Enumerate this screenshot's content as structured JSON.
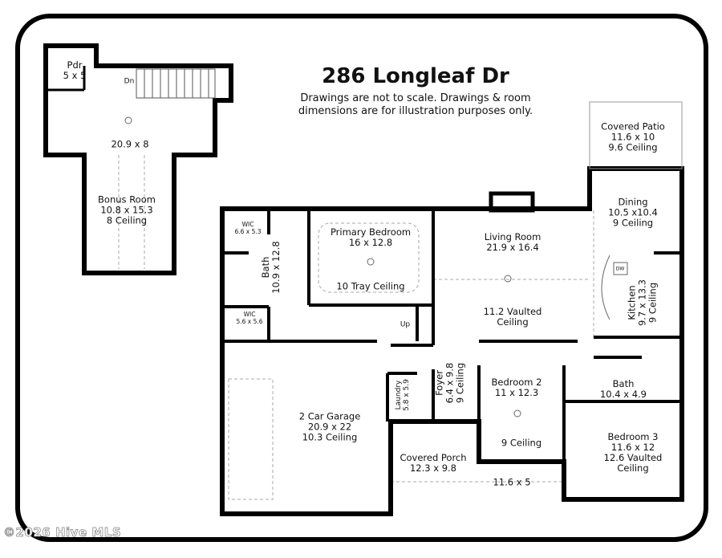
{
  "title": "286 Longleaf Dr",
  "disclaimer": [
    "Drawings are not to scale. Drawings & room",
    "dimensions are for illustration purposes only."
  ],
  "watermark": "©2026 Hive MLS",
  "rooms": {
    "pdr": [
      "Pdr",
      "5 x 5"
    ],
    "stairs_down": "Dn",
    "bonus_upper": "20.9 x 8",
    "bonus": [
      "Bonus Room",
      "10.8 x 15.3",
      "8 Ceiling"
    ],
    "wic1": [
      "WIC",
      "6.6 x 5.3"
    ],
    "bath_primary": [
      "Bath",
      "10.9 x 12.8"
    ],
    "primary": [
      "Primary Bedroom",
      "16 x 12.8"
    ],
    "primary_ceiling": "10 Tray Ceiling",
    "wic2": [
      "WIC",
      "5.6 x 5.6"
    ],
    "stairs_up": "Up",
    "living": [
      "Living Room",
      "21.9 x 16.4"
    ],
    "living_ceiling": [
      "11.2 Vaulted",
      "Ceiling"
    ],
    "patio": [
      "Covered Patio",
      "11.6 x 10",
      "9.6 Ceiling"
    ],
    "dining": [
      "Dining",
      "10.5 x10.4",
      "9 Ceiling"
    ],
    "dishwasher": "DW",
    "kitchen": [
      "Kitchen",
      "9.7 x 13.3",
      "9 Ceiling"
    ],
    "bath2": [
      "Bath",
      "10.4 x 4.9"
    ],
    "bedroom2": [
      "Bedroom 2",
      "11 x 12.3"
    ],
    "bedroom2_ceiling": "9 Ceiling",
    "bedroom3": [
      "Bedroom 3",
      "11.6 x 12",
      "12.6 Vaulted",
      "Ceiling"
    ],
    "foyer": [
      "Foyer",
      "6.4 x 9.8",
      "9 Ceiling"
    ],
    "laundry": [
      "Laundry",
      "5.8 x 5.9"
    ],
    "garage": [
      "2 Car Garage",
      "20.9 x 22",
      "10.3 Ceiling"
    ],
    "porch": [
      "Covered Porch",
      "12.3 x 9.8"
    ],
    "porch_ext": "11.6 x 5"
  }
}
